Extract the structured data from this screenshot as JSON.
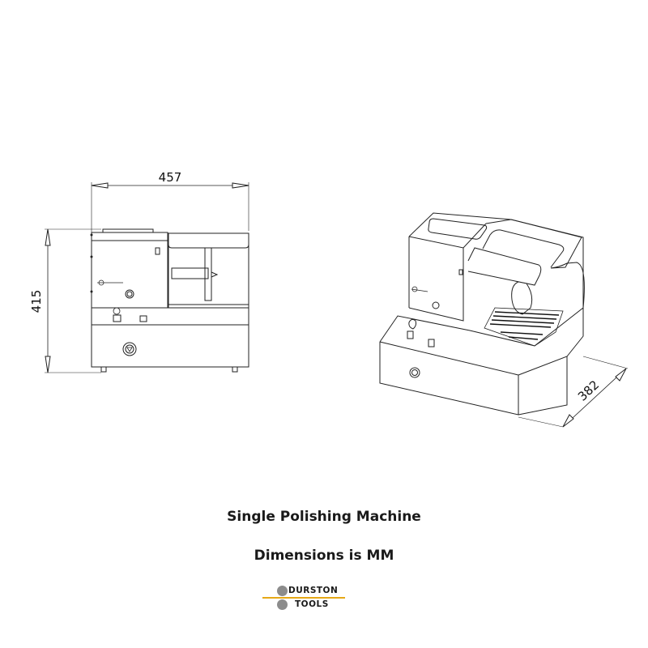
{
  "title": "Single Polishing Machine",
  "subtitle": "Dimensions is MM",
  "dimensions": {
    "width": "457",
    "height": "415",
    "depth": "382"
  },
  "views": {
    "front": "front-elevation",
    "iso": "isometric-view"
  },
  "logo": {
    "line1": "DURSTON",
    "line2": "TOOLS",
    "accent_color": "#e6a817",
    "circle_color": "#8c8c8c"
  }
}
